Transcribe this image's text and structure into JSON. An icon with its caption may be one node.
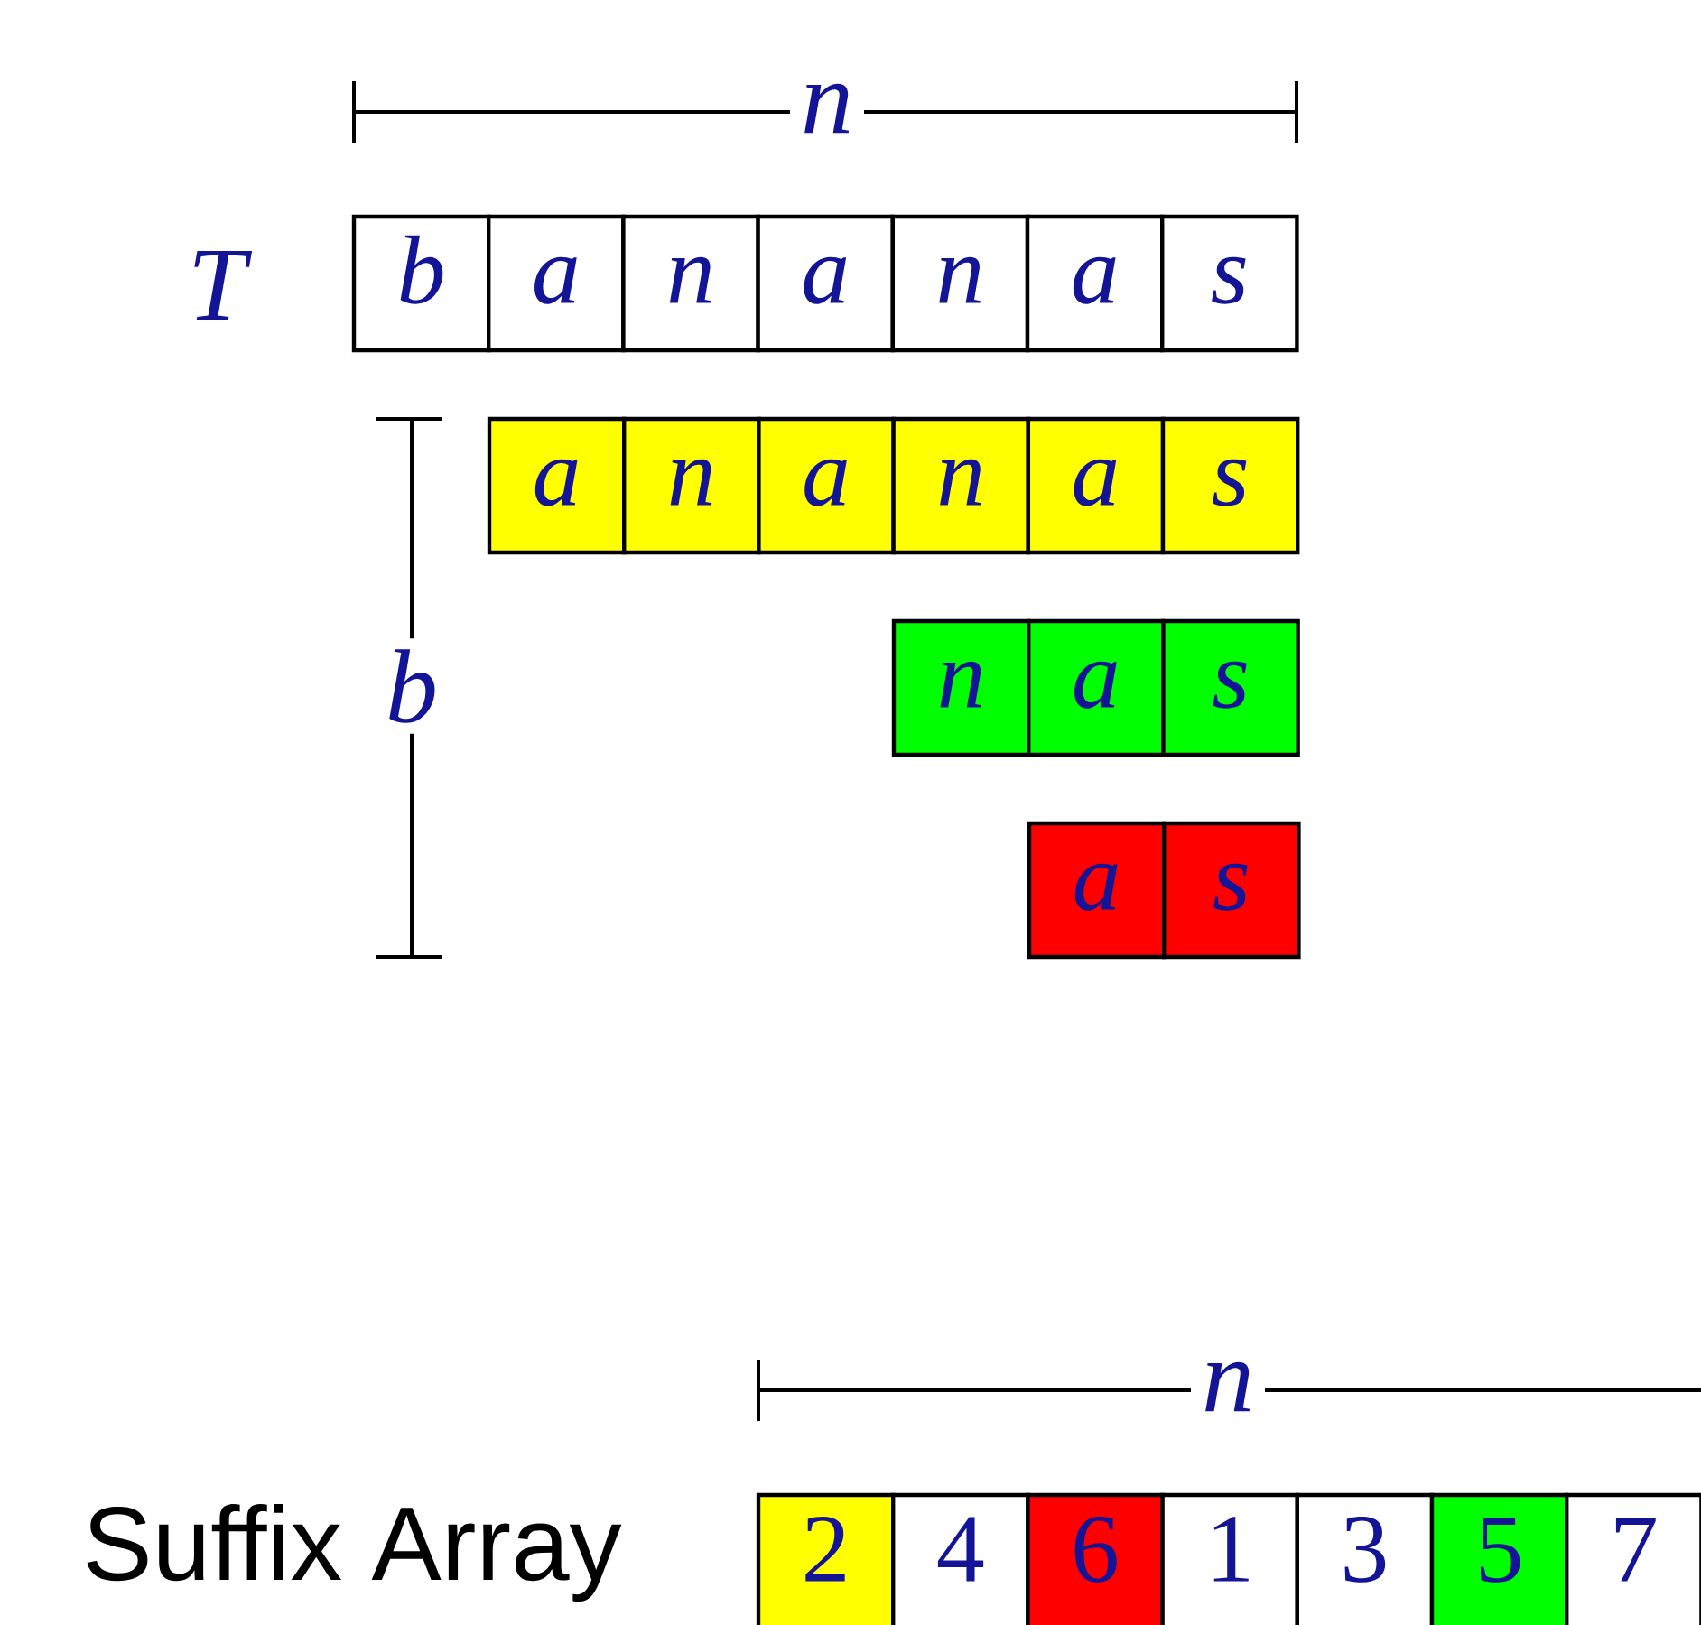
{
  "diagram": {
    "nodes": [
      {
        "text": [
          "b"
        ]
      },
      {
        "text": [
          "a"
        ]
      },
      {
        "text": [
          "n"
        ]
      },
      {
        "text": [
          "a"
        ]
      },
      {
        "text": [
          "n"
        ]
      },
      {
        "text": [
          "a"
        ]
      },
      {
        "text": [
          "s"
        ]
      },
      {
        "text": [
          "a"
        ]
      },
      {
        "text": [
          "n"
        ]
      },
      {
        "text": [
          "a"
        ]
      },
      {
        "text": [
          "n"
        ]
      },
      {
        "text": [
          "a"
        ]
      },
      {
        "text": [
          "s"
        ]
      },
      {
        "text": [
          "n"
        ]
      },
      {
        "text": [
          "a"
        ]
      },
      {
        "text": [
          "s"
        ]
      },
      {
        "text": [
          "a"
        ]
      },
      {
        "text": [
          "s"
        ]
      },
      {
        "text": [
          "2"
        ]
      },
      {
        "text": [
          "4"
        ]
      },
      {
        "text": [
          "6"
        ]
      },
      {
        "text": [
          "1"
        ]
      },
      {
        "text": [
          "3"
        ]
      },
      {
        "text": [
          "5"
        ]
      },
      {
        "text": [
          "7"
        ]
      }
    ],
    "labels": [
      "n",
      "T",
      "b",
      "n",
      "Suffix Array"
    ]
  }
}
